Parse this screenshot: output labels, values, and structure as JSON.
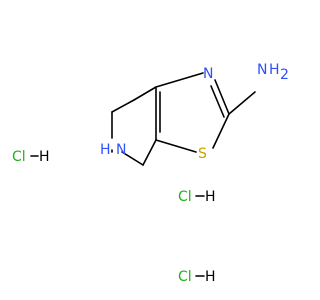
{
  "molecule": {
    "atoms": {
      "n_amine_ring": "N",
      "h_amine_ring": "H",
      "n_thiazole": "N",
      "s_thiazole": "S",
      "nh2_n": "N",
      "nh2_h": "H",
      "nh2_sub": "2"
    },
    "salts": [
      {
        "cl": "Cl",
        "h": "H"
      },
      {
        "cl": "Cl",
        "h": "H"
      },
      {
        "cl": "Cl",
        "h": "H"
      }
    ]
  },
  "colors": {
    "bond": "#000000",
    "nitrogen": "#3050F8",
    "sulfur": "#C8A000",
    "chlorine": "#1FB31F",
    "hydrogen_on_cl": "#000000"
  }
}
